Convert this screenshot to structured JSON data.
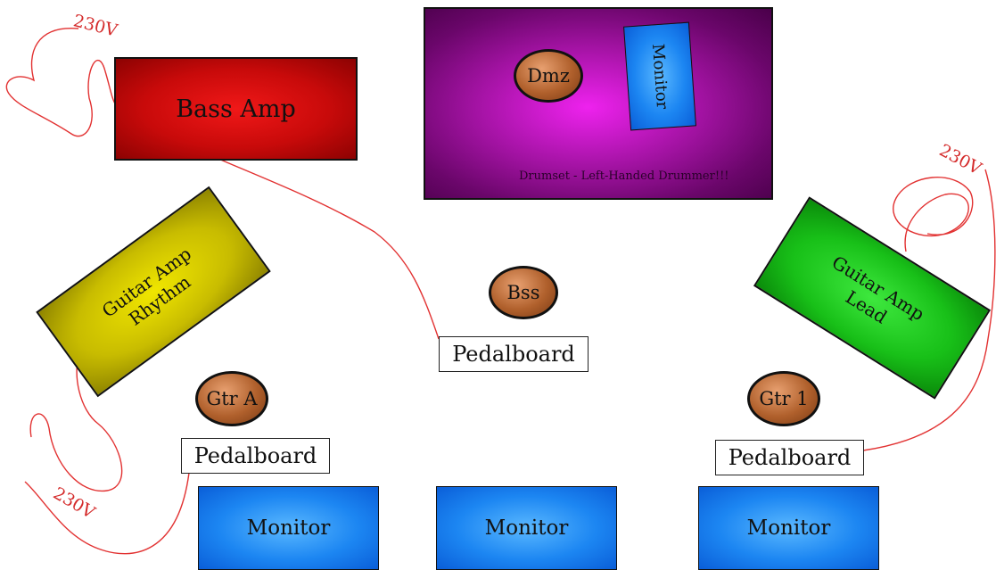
{
  "drumset": {
    "caption": "Drumset - Left-Handed Drummer!!!",
    "drummer": "Dmz",
    "monitor": "Monitor"
  },
  "bass_amp": {
    "label": "Bass Amp"
  },
  "guitar_amp_rhythm": {
    "line1": "Guitar Amp",
    "line2": "Rhythm"
  },
  "guitar_amp_lead": {
    "line1": "Guitar Amp",
    "line2": "Lead"
  },
  "players": {
    "bass": "Bss",
    "guitar_a": "Gtr A",
    "guitar_1": "Gtr 1"
  },
  "pedalboards": {
    "left": "Pedalboard",
    "center": "Pedalboard",
    "right": "Pedalboard"
  },
  "floor_monitors": {
    "left": "Monitor",
    "center": "Monitor",
    "right": "Monitor"
  },
  "power": {
    "top_left": "230V",
    "top_right": "230V",
    "bottom_left": "230V"
  },
  "colors": {
    "drum_riser": "#e020e0",
    "bass_amp": "#d01010",
    "rhythm_amp": "#d8d000",
    "lead_amp": "#20d020",
    "monitor": "#1c86f2",
    "person": "#b0602c",
    "cable": "#e03030"
  }
}
